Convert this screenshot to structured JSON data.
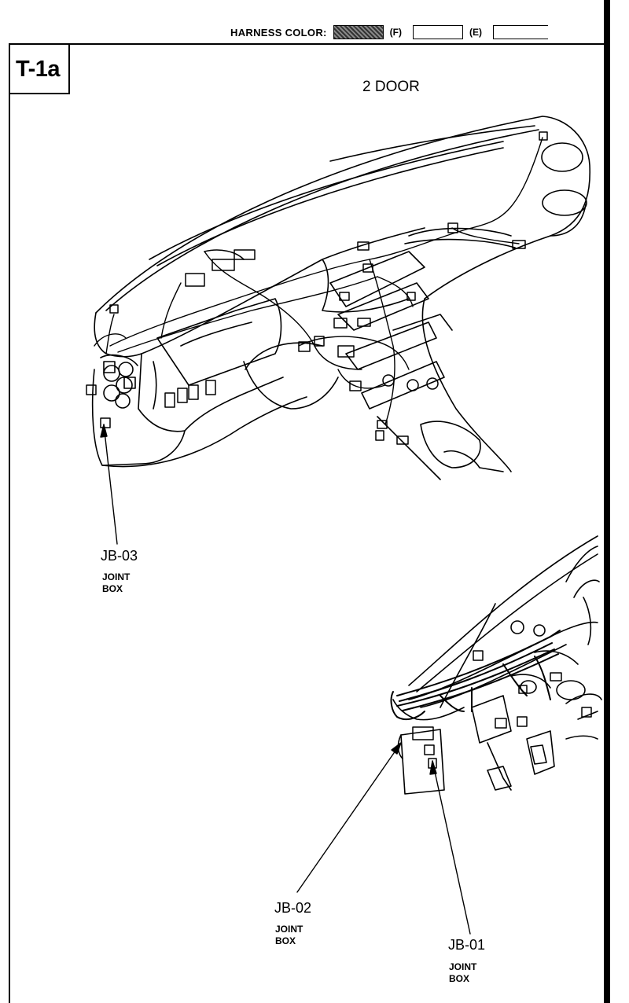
{
  "header": {
    "label": "HARNESS COLOR:",
    "codes": [
      "(F)",
      "(E)"
    ]
  },
  "page_id": "T-1a",
  "subtitle": "2 DOOR",
  "callouts": {
    "jb03": {
      "id": "JB-03",
      "line1": "JOINT",
      "line2": "BOX"
    },
    "jb02": {
      "id": "JB-02",
      "line1": "JOINT",
      "line2": "BOX"
    },
    "jb01": {
      "id": "JB-01",
      "line1": "JOINT",
      "line2": "BOX"
    }
  }
}
